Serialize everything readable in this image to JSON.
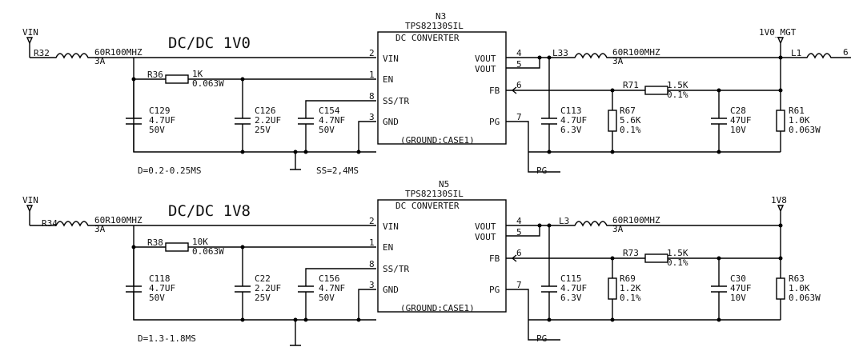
{
  "circuits": [
    {
      "title": "DC/DC 1V0",
      "input_net": "VIN",
      "output_net": "1V0_MGT",
      "ic": {
        "ref": "N3",
        "part": "TPS82130SIL",
        "type": "DC CONVERTER",
        "ground_note": "(GROUND:CASE1)",
        "pins": [
          {
            "num": "2",
            "name": "VIN"
          },
          {
            "num": "1",
            "name": "EN"
          },
          {
            "num": "8",
            "name": "SS/TR"
          },
          {
            "num": "3",
            "name": "GND"
          },
          {
            "num": "4",
            "name": "VOUT"
          },
          {
            "num": "5",
            "name": "VOUT"
          },
          {
            "num": "6",
            "name": "FB"
          },
          {
            "num": "7",
            "name": "PG"
          }
        ]
      },
      "input_inductor": {
        "ref": "R32",
        "value": "60R100MHZ",
        "rating": "3A"
      },
      "en_resistor": {
        "ref": "R36",
        "value": "1K",
        "rating": "0.063W"
      },
      "caps_in": [
        {
          "ref": "C129",
          "value": "4.7UF",
          "voltage": "50V"
        },
        {
          "ref": "C126",
          "value": "2.2UF",
          "voltage": "25V"
        },
        {
          "ref": "C154",
          "value": "4.7NF",
          "voltage": "50V"
        }
      ],
      "output_inductor": {
        "ref": "L33",
        "value": "60R100MHZ",
        "rating": "3A"
      },
      "cap_out1": {
        "ref": "C113",
        "value": "4.7UF",
        "voltage": "6.3V"
      },
      "fb_bottom": {
        "ref": "R67",
        "value": "5.6K",
        "tol": "0.1%"
      },
      "fb_top": {
        "ref": "R71",
        "value": "1.5K",
        "tol": "0.1%"
      },
      "cap_out2": {
        "ref": "C28",
        "value": "47UF",
        "voltage": "10V"
      },
      "load_resistor": {
        "ref": "R61",
        "value": "1.0K",
        "rating": "0.063W"
      },
      "pg_net": "PG",
      "delay_note": "D=0.2-0.25MS",
      "ss_note": "SS=2,4MS",
      "extra": {
        "ref": "L1",
        "value": "6"
      }
    },
    {
      "title": "DC/DC 1V8",
      "input_net": "VIN",
      "output_net": "1V8",
      "ic": {
        "ref": "N5",
        "part": "TPS82130SIL",
        "type": "DC CONVERTER",
        "ground_note": "(GROUND:CASE1)",
        "pins": [
          {
            "num": "2",
            "name": "VIN"
          },
          {
            "num": "1",
            "name": "EN"
          },
          {
            "num": "8",
            "name": "SS/TR"
          },
          {
            "num": "3",
            "name": "GND"
          },
          {
            "num": "4",
            "name": "VOUT"
          },
          {
            "num": "5",
            "name": "VOUT"
          },
          {
            "num": "6",
            "name": "FB"
          },
          {
            "num": "7",
            "name": "PG"
          }
        ]
      },
      "input_inductor": {
        "ref": "R34",
        "value": "60R100MHZ",
        "rating": "3A"
      },
      "en_resistor": {
        "ref": "R38",
        "value": "10K",
        "rating": "0.063W"
      },
      "caps_in": [
        {
          "ref": "C118",
          "value": "4.7UF",
          "voltage": "50V"
        },
        {
          "ref": "C22",
          "value": "2.2UF",
          "voltage": "25V"
        },
        {
          "ref": "C156",
          "value": "4.7NF",
          "voltage": "50V"
        }
      ],
      "output_inductor": {
        "ref": "L3",
        "value": "60R100MHZ",
        "rating": "3A"
      },
      "cap_out1": {
        "ref": "C115",
        "value": "4.7UF",
        "voltage": "6.3V"
      },
      "fb_bottom": {
        "ref": "R69",
        "value": "1.2K",
        "tol": "0.1%"
      },
      "fb_top": {
        "ref": "R73",
        "value": "1.5K",
        "tol": "0.1%"
      },
      "cap_out2": {
        "ref": "C30",
        "value": "47UF",
        "voltage": "10V"
      },
      "load_resistor": {
        "ref": "R63",
        "value": "1.0K",
        "rating": "0.063W"
      },
      "pg_net": "PG",
      "delay_note": "D=1.3-1.8MS",
      "ss_note": "",
      "extra": null
    }
  ]
}
